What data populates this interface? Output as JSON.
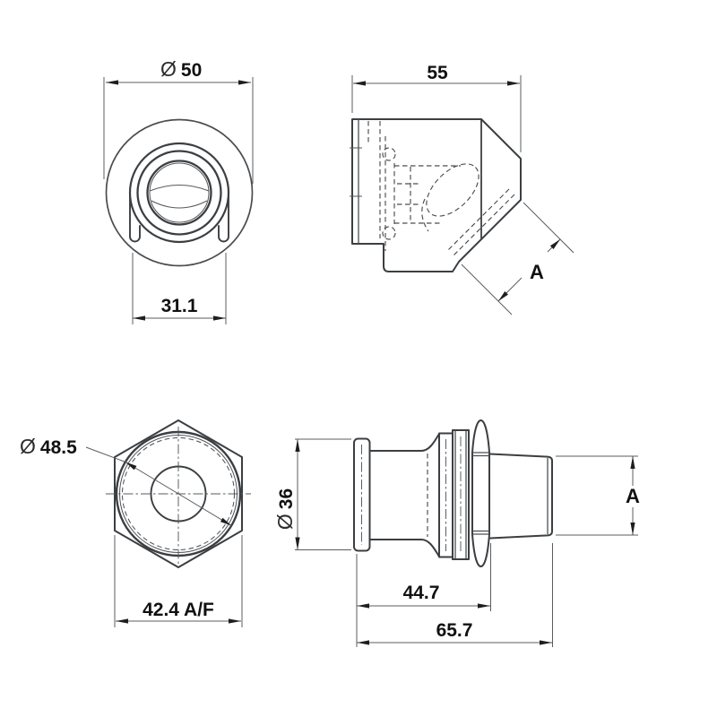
{
  "drawing": {
    "type": "engineering-drawing",
    "part": "45-degree elbow hydraulic fitting, four orthographic views",
    "colors": {
      "background": "#ffffff",
      "outline": "#3c3f42",
      "dimension_line": "#595c5f",
      "text": "#111111"
    },
    "views": {
      "front": {
        "diameter_label": {
          "symbol": "Ø",
          "value": "50"
        },
        "width_label": "31.1"
      },
      "side_elbow": {
        "length_label": "55",
        "port_label": "A"
      },
      "hex": {
        "diameter_label": {
          "symbol": "Ø",
          "value": "48.5"
        },
        "across_flats_label": "42.4 A/F"
      },
      "side_fitting": {
        "diameter_label": {
          "symbol": "Ø",
          "value": "36"
        },
        "mid_length_label": "44.7",
        "total_length_label": "65.7",
        "port_label": "A"
      }
    }
  }
}
